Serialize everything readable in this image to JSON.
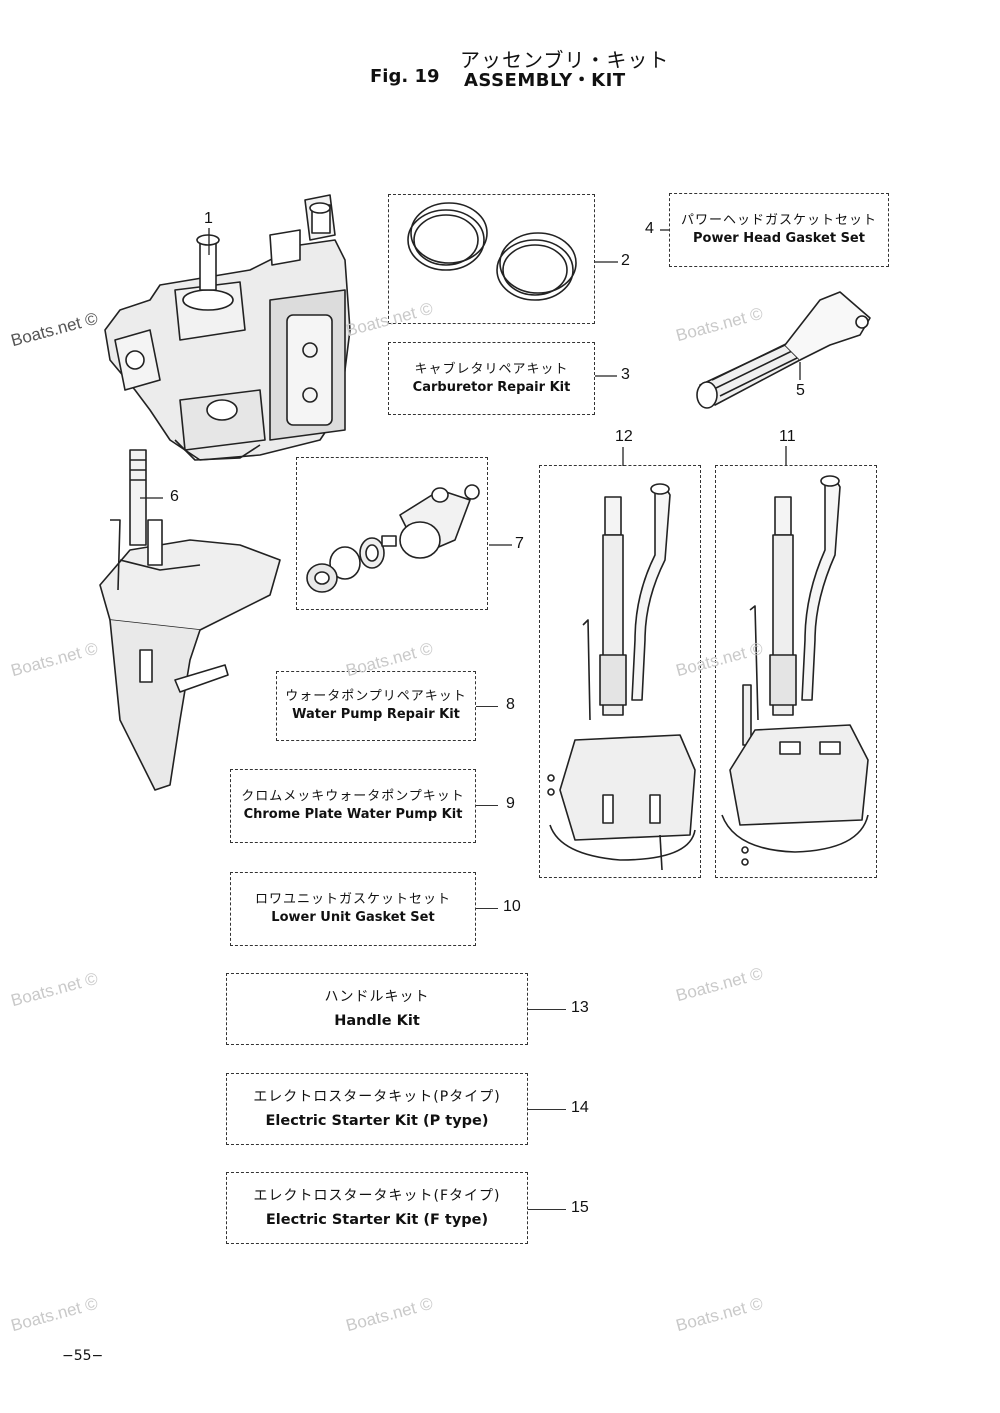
{
  "header": {
    "title_jp": "アッセンブリ・キット",
    "fig_label": "Fig. 19",
    "title_en": "ASSEMBLY・KIT"
  },
  "callouts": {
    "c1": "1",
    "c2": "2",
    "c3": "3",
    "c4": "4",
    "c5": "5",
    "c6": "6",
    "c7": "7",
    "c8": "8",
    "c9": "9",
    "c10": "10",
    "c11": "11",
    "c12": "12",
    "c13": "13",
    "c14": "14",
    "c15": "15"
  },
  "kits": {
    "k3": {
      "jp": "キャブレタリペアキット",
      "en": "Carburetor Repair Kit"
    },
    "k4": {
      "jp": "パワーヘッドガスケットセット",
      "en": "Power Head Gasket Set"
    },
    "k8": {
      "jp": "ウォータポンプリペアキット",
      "en": "Water Pump Repair Kit"
    },
    "k9": {
      "jp": "クロムメッキウォータポンプキット",
      "en": "Chrome Plate Water Pump Kit"
    },
    "k10": {
      "jp": "ロワユニットガスケットセット",
      "en": "Lower Unit Gasket Set"
    },
    "k13": {
      "jp": "ハンドルキット",
      "en": "Handle Kit"
    },
    "k14": {
      "jp": "エレクトロスタータキット(Pタイプ)",
      "en": "Electric Starter Kit (P type)"
    },
    "k15": {
      "jp": "エレクトロスタータキット(Fタイプ)",
      "en": "Electric Starter Kit (F type)"
    }
  },
  "watermark": "Boats.net ©",
  "page_number": "−55−"
}
